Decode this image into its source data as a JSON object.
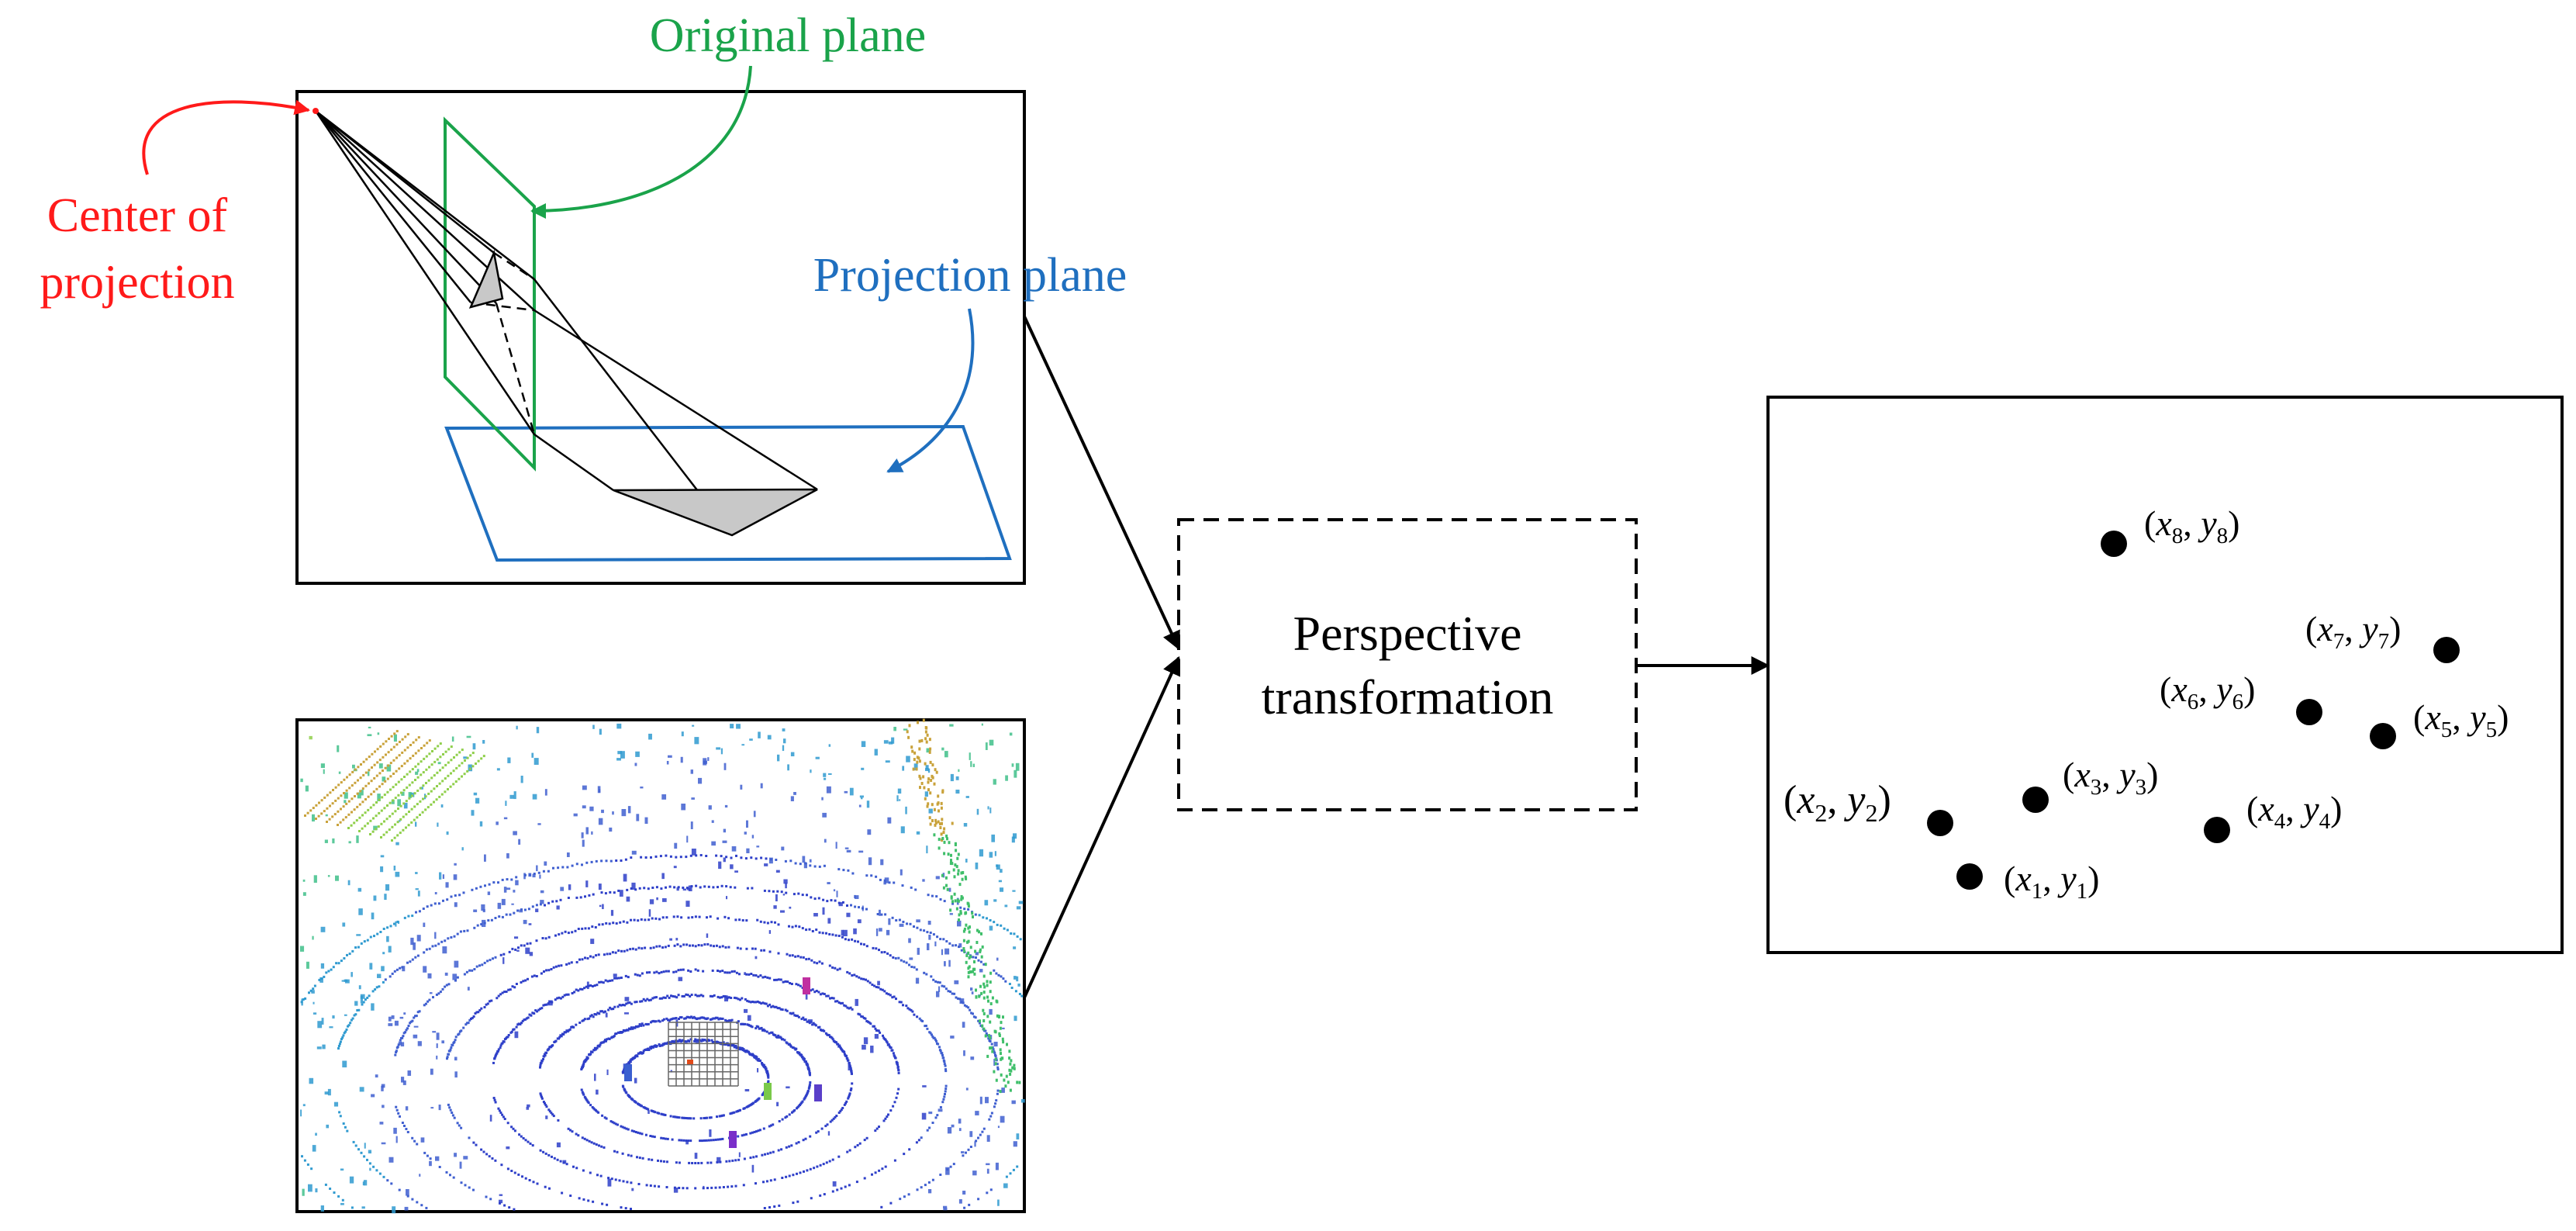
{
  "labels": {
    "original_plane": "Original plane",
    "center_line1": "Center of",
    "center_line2": "projection",
    "projection_plane": "Projection plane",
    "transform_line1": "Perspective",
    "transform_line2": "transformation"
  },
  "points": [
    {
      "var": "x",
      "sub": "1",
      "var2": "y"
    },
    {
      "var": "x",
      "sub": "2",
      "var2": "y"
    },
    {
      "var": "x",
      "sub": "3",
      "var2": "y"
    },
    {
      "var": "x",
      "sub": "4",
      "var2": "y"
    },
    {
      "var": "x",
      "sub": "5",
      "var2": "y"
    },
    {
      "var": "x",
      "sub": "6",
      "var2": "y"
    },
    {
      "var": "x",
      "sub": "7",
      "var2": "y"
    },
    {
      "var": "x",
      "sub": "8",
      "var2": "y"
    }
  ],
  "colors": {
    "original_plane": "#1aa34a",
    "center_of_projection": "#ff1a1a",
    "projection_plane": "#1f6fbf",
    "outline": "#000000"
  }
}
